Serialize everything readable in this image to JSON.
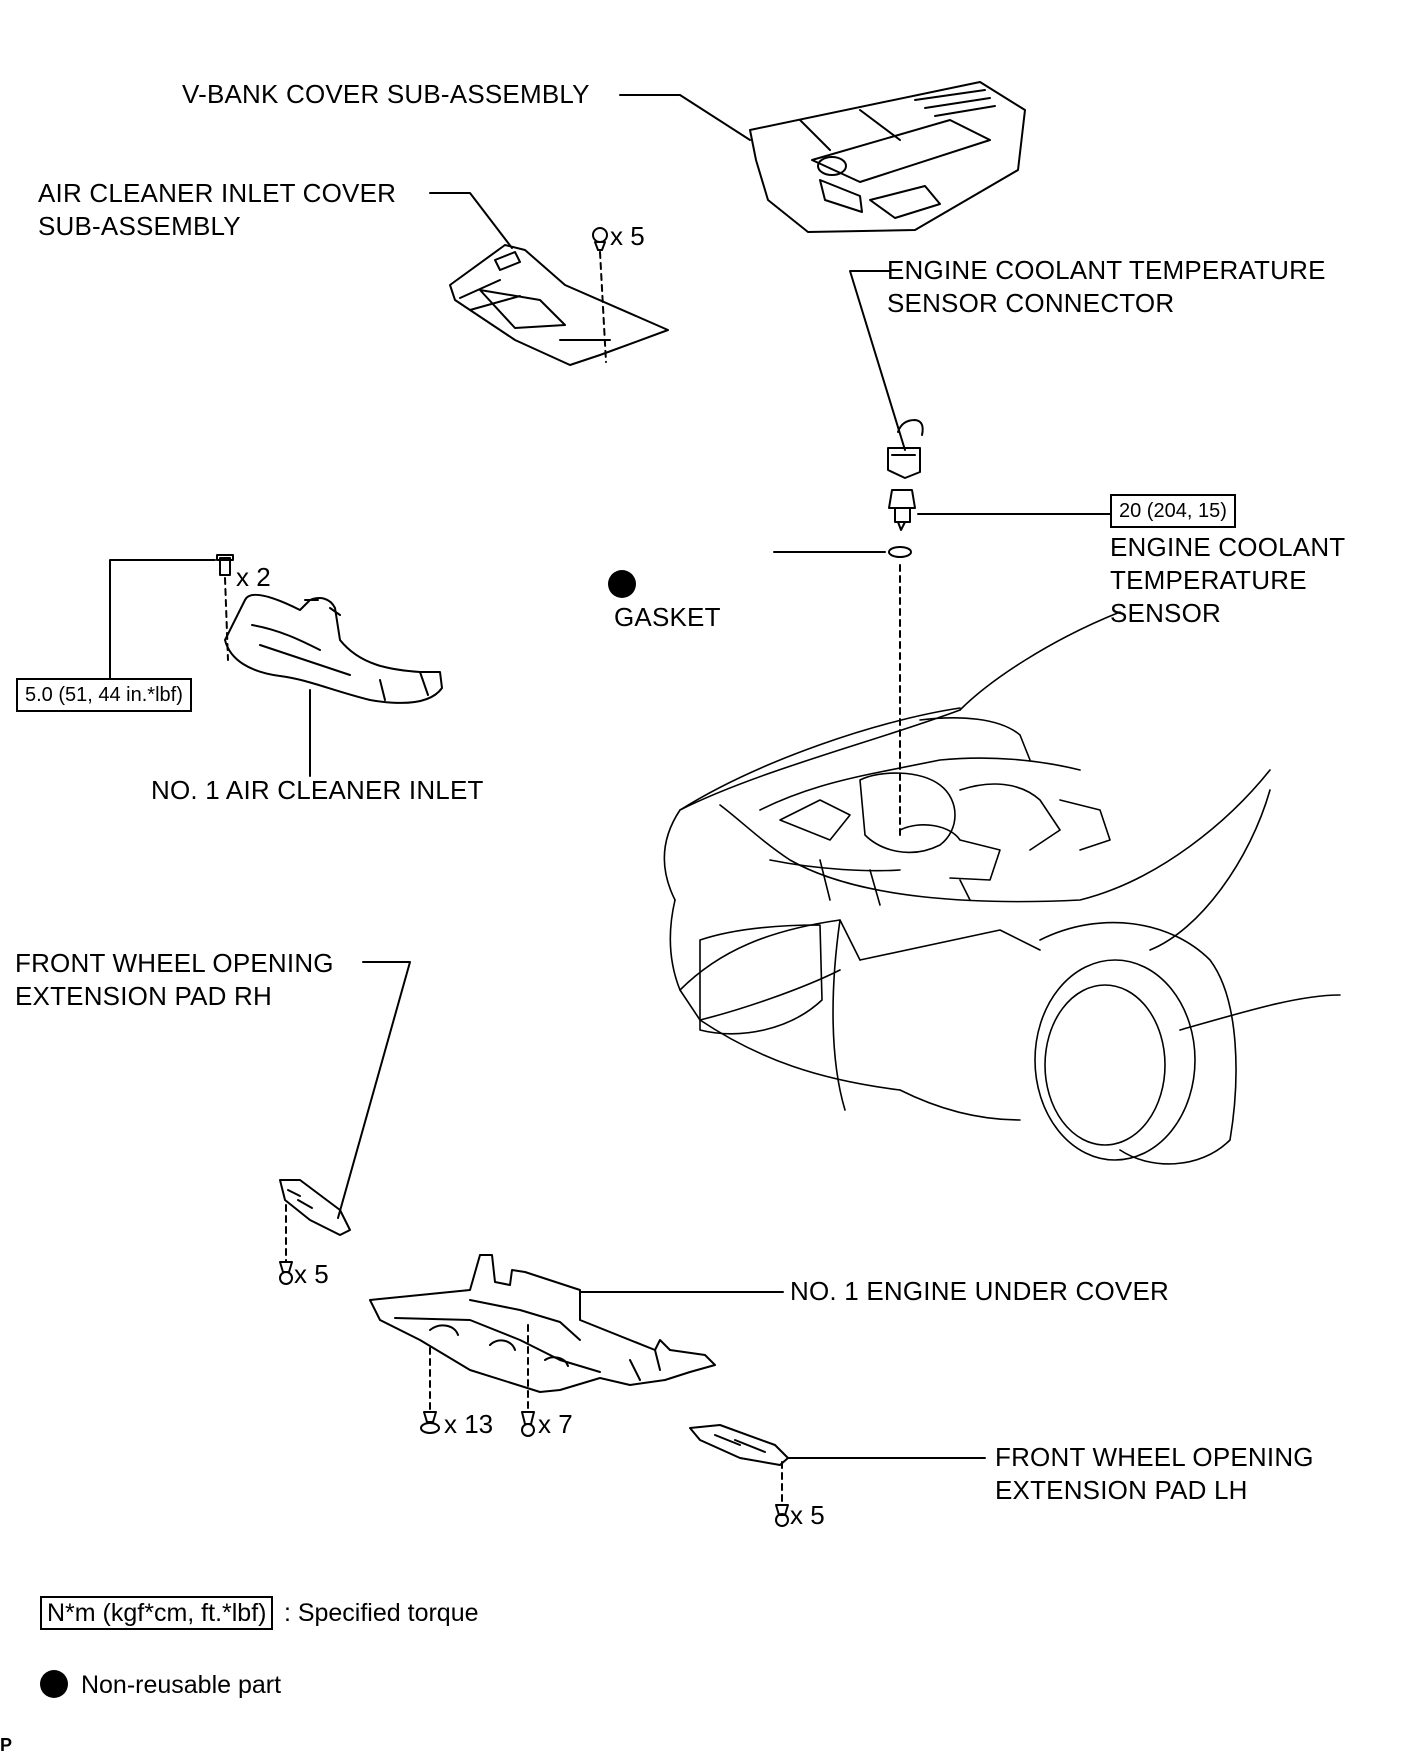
{
  "labels": {
    "vbank_cover": "V-BANK COVER SUB-ASSEMBLY",
    "air_cleaner_inlet_cover": "AIR CLEANER INLET COVER\nSUB-ASSEMBLY",
    "ect_sensor_connector": "ENGINE COOLANT TEMPERATURE\nSENSOR CONNECTOR",
    "gasket": "GASKET",
    "ect_sensor": "ENGINE COOLANT\nTEMPERATURE\nSENSOR",
    "no1_air_cleaner_inlet": "NO. 1 AIR CLEANER INLET",
    "wheel_pad_rh": "FRONT WHEEL OPENING\nEXTENSION PAD RH",
    "no1_engine_under_cover": "NO. 1 ENGINE UNDER COVER",
    "wheel_pad_lh": "FRONT WHEEL OPENING\nEXTENSION PAD LH"
  },
  "torques": {
    "ect_sensor": "20 (204, 15)",
    "air_cleaner_inlet_bolt": "5.0 (51, 44 in.*lbf)"
  },
  "quantities": {
    "air_cleaner_inlet_cover_clips": "x 5",
    "air_cleaner_inlet_bolts": "x 2",
    "wheel_pad_rh_clips": "x 5",
    "under_cover_clips_a": "x 13",
    "under_cover_clips_b": "x 7",
    "wheel_pad_lh_clips": "x 5"
  },
  "legend": {
    "torque_box": "N*m (kgf*cm, ft.*lbf)",
    "torque_desc": ": Specified torque",
    "nonreusable_desc": "Non-reusable part"
  },
  "corner_mark": "P"
}
